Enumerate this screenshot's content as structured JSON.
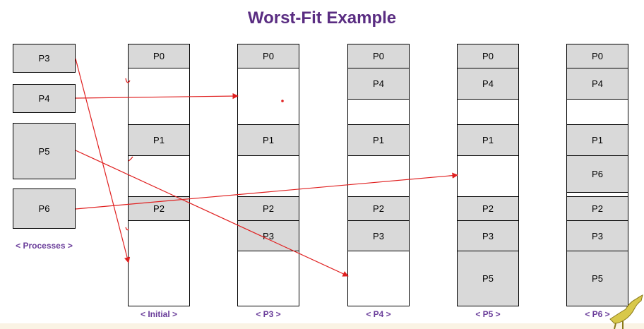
{
  "title": "Worst-Fit Example",
  "processes": {
    "caption": "< Processes >",
    "items": [
      {
        "id": "p3",
        "label": "P3"
      },
      {
        "id": "p4",
        "label": "P4"
      },
      {
        "id": "p5",
        "label": "P5"
      },
      {
        "id": "p6",
        "label": "P6"
      }
    ]
  },
  "memory_states": [
    {
      "id": "initial",
      "caption": "< Initial >",
      "blocks": [
        {
          "label": "P0",
          "allocated": true
        },
        {
          "label": "",
          "allocated": false
        },
        {
          "label": "P1",
          "allocated": true
        },
        {
          "label": "",
          "allocated": false
        },
        {
          "label": "P2",
          "allocated": true
        },
        {
          "label": "",
          "allocated": false
        }
      ]
    },
    {
      "id": "after-p3",
      "caption": "< P3 >",
      "blocks": [
        {
          "label": "P0",
          "allocated": true
        },
        {
          "label": "",
          "allocated": false
        },
        {
          "label": "P1",
          "allocated": true
        },
        {
          "label": "",
          "allocated": false
        },
        {
          "label": "P2",
          "allocated": true
        },
        {
          "label": "P3",
          "allocated": true
        },
        {
          "label": "",
          "allocated": false
        }
      ]
    },
    {
      "id": "after-p4",
      "caption": "< P4 >",
      "blocks": [
        {
          "label": "P0",
          "allocated": true
        },
        {
          "label": "P4",
          "allocated": true
        },
        {
          "label": "",
          "allocated": false
        },
        {
          "label": "P1",
          "allocated": true
        },
        {
          "label": "",
          "allocated": false
        },
        {
          "label": "P2",
          "allocated": true
        },
        {
          "label": "P3",
          "allocated": true
        },
        {
          "label": "",
          "allocated": false
        }
      ]
    },
    {
      "id": "after-p5",
      "caption": "< P5 >",
      "blocks": [
        {
          "label": "P0",
          "allocated": true
        },
        {
          "label": "P4",
          "allocated": true
        },
        {
          "label": "",
          "allocated": false
        },
        {
          "label": "P1",
          "allocated": true
        },
        {
          "label": "",
          "allocated": false
        },
        {
          "label": "P2",
          "allocated": true
        },
        {
          "label": "P3",
          "allocated": true
        },
        {
          "label": "P5",
          "allocated": true
        }
      ]
    },
    {
      "id": "after-p6",
      "caption": "< P6 >",
      "blocks": [
        {
          "label": "P0",
          "allocated": true
        },
        {
          "label": "P4",
          "allocated": true
        },
        {
          "label": "",
          "allocated": false
        },
        {
          "label": "P1",
          "allocated": true
        },
        {
          "label": "P6",
          "allocated": true
        },
        {
          "label": "",
          "allocated": false
        },
        {
          "label": "P2",
          "allocated": true
        },
        {
          "label": "P3",
          "allocated": true
        },
        {
          "label": "P5",
          "allocated": true
        }
      ]
    }
  ],
  "colors": {
    "title": "#5a2d82",
    "caption": "#6a3d9a",
    "allocated": "#d9d9d9",
    "free": "#ffffff",
    "arrow": "#e02020"
  }
}
